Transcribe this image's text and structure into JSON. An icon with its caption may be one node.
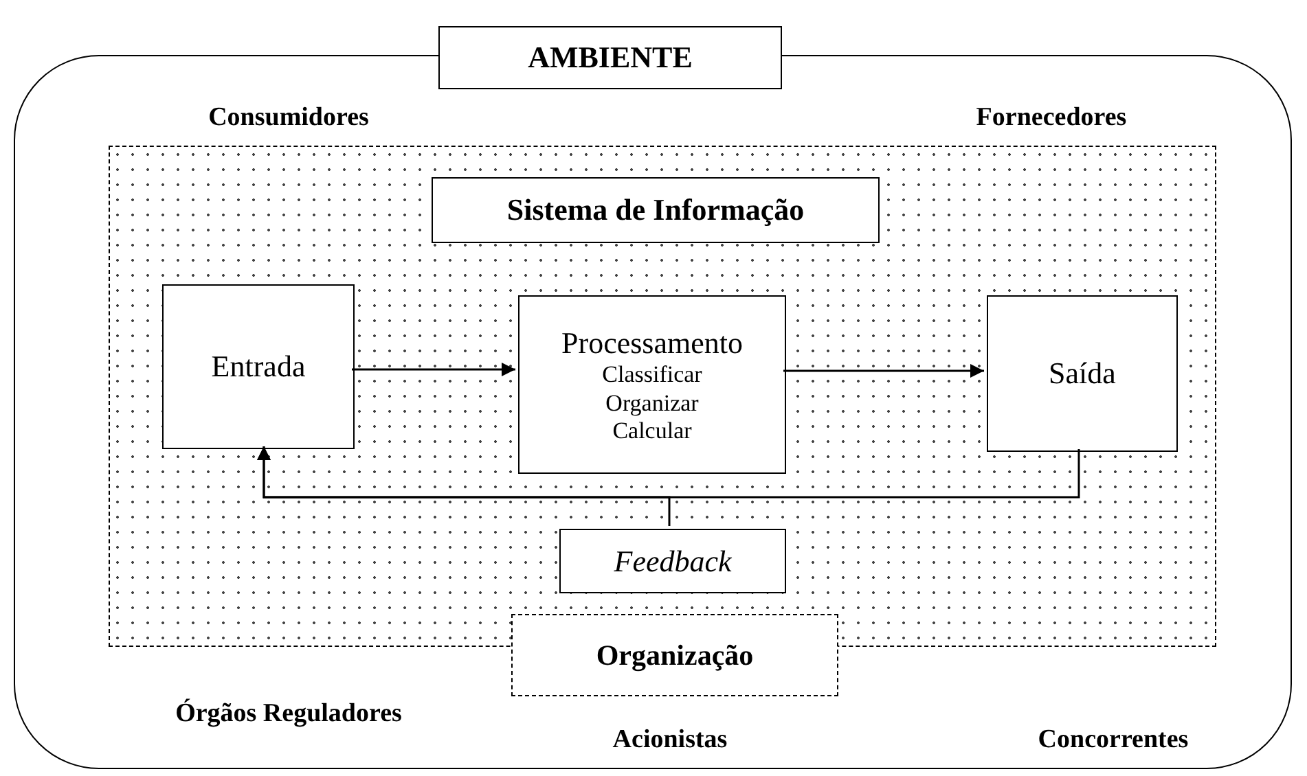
{
  "diagram": {
    "nodes": [
      {
        "text": [
          "AMBIENTE"
        ]
      },
      {
        "text": [
          "Organização"
        ],
        "in": 0
      },
      {
        "text": [
          "Sistema de Informação"
        ],
        "in": 1
      },
      {
        "text": [
          "Entrada"
        ],
        "in": 1
      },
      {
        "text": [
          "Processamento",
          "Classificar",
          "Organizar",
          "Calcular"
        ],
        "in": 1
      },
      {
        "text": [
          "Saída"
        ],
        "in": 1
      },
      {
        "text": [
          "Feedback"
        ],
        "in": 1
      }
    ],
    "edges": [
      {
        "from": 3,
        "to": 4,
        "arrow": "to"
      },
      {
        "from": 4,
        "to": 5,
        "arrow": "to"
      },
      {
        "from": 5,
        "to": 3,
        "arrow": "to"
      },
      {
        "from": 6,
        "to": 3,
        "arrow": "to"
      }
    ],
    "labels": [
      "Consumidores",
      "Fornecedores",
      "Órgãos Reguladores",
      "Acionistas",
      "Concorrentes"
    ]
  }
}
